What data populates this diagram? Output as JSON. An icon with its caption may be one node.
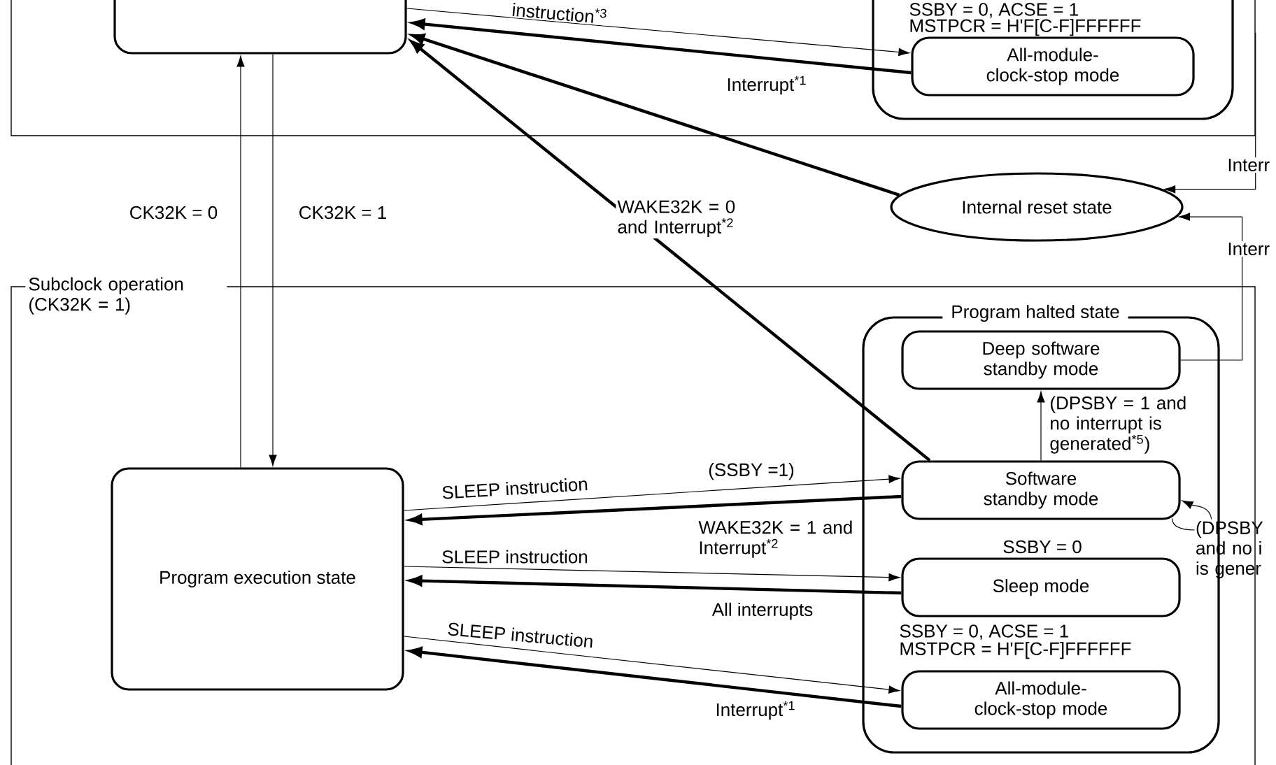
{
  "diagram": {
    "nodes": [
      {
        "text": [],
        "shape": "box"
      },
      {
        "text": [],
        "shape": "box",
        "in": 0
      },
      {
        "text": [],
        "shape": "box",
        "in": 0
      },
      {
        "text": [
          "All-module-clock-stop mode"
        ],
        "in": 2,
        "beside": [
          "SSBY = 0, ACSE = 1",
          "MSTPCR = H'F[C-F]FFFFFF"
        ]
      },
      {
        "text": [
          "Internal reset state"
        ]
      },
      {
        "text": [
          "Subclock operation (CK32K = 1)"
        ]
      },
      {
        "text": [
          "Program execution state"
        ],
        "in": 5
      },
      {
        "text": [
          "Program halted state"
        ],
        "in": 5
      },
      {
        "text": [
          "Deep software standby mode"
        ],
        "in": 7
      },
      {
        "text": [
          "Software standby mode"
        ],
        "in": 7
      },
      {
        "text": [
          "Sleep mode"
        ],
        "in": 7,
        "beside": [
          "SSBY = 0"
        ]
      },
      {
        "text": [
          "All-module-clock-stop mode"
        ],
        "in": 7,
        "beside": [
          "SSBY = 0, ACSE = 1",
          "MSTPCR = H'F[C-F]FFFFFF"
        ]
      },
      {
        "text": [
          "(DPSBY and no i is gener"
        ]
      }
    ],
    "edges": [
      {
        "from": 1,
        "to": 3,
        "arrow": "to",
        "label": "instruction$^{*3}$"
      },
      {
        "from": 3,
        "to": 1,
        "arrow": "to",
        "style": "thick",
        "label": "Interrupt$^{*1}$"
      },
      {
        "from": 4,
        "to": 1,
        "arrow": "to",
        "style": "thick"
      },
      {
        "from": 1,
        "to": 6,
        "arrow": "to",
        "label": "CK32K = 1"
      },
      {
        "from": 6,
        "to": 1,
        "arrow": "to",
        "label": "CK32K = 0"
      },
      {
        "from": 9,
        "to": 1,
        "arrow": "to",
        "style": "thick",
        "label": "WAKE32K = 0 and Interrupt$^{*2}$"
      },
      {
        "from": 0,
        "to": 4,
        "arrow": "to",
        "label": "Interr"
      },
      {
        "from": 8,
        "to": 4,
        "arrow": "to",
        "label": "Interr"
      },
      {
        "from": 9,
        "to": 8,
        "arrow": "to",
        "label": "(DPSBY = 1 and no interrupt is generated$^{*5}$)"
      },
      {
        "from": 12,
        "to": 9,
        "arrow": "to"
      },
      {
        "from": 6,
        "to": 9,
        "arrow": "to",
        "label": "SLEEP instruction"
      },
      {
        "from": 9,
        "to": 6,
        "arrow": "to",
        "style": "thick",
        "label": "WAKE32K = 1 and Interrupt$^{*2}$"
      },
      {
        "from": 6,
        "to": 10,
        "arrow": "to",
        "label": "SLEEP instruction"
      },
      {
        "from": 10,
        "to": 6,
        "arrow": "to",
        "style": "thick",
        "label": "All interrupts"
      },
      {
        "from": 6,
        "to": 11,
        "arrow": "to",
        "label": "SLEEP instruction"
      },
      {
        "from": 11,
        "to": 6,
        "arrow": "to",
        "style": "thick",
        "label": "Interrupt$^{*1}$"
      },
      {
        "from": 9,
        "to": 12,
        "arrow": "none"
      }
    ],
    "labels": [
      "(SSBY =1)"
    ]
  }
}
